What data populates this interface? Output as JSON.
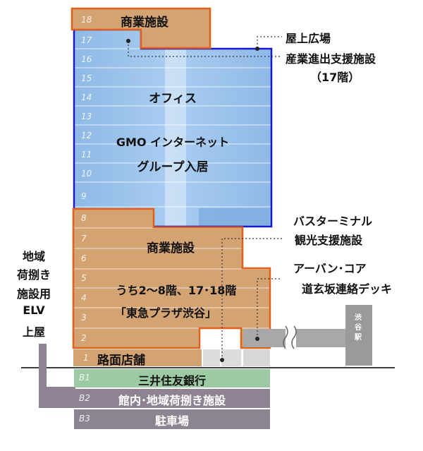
{
  "floors": {
    "labels": {
      "f18": "18",
      "f17": "17",
      "f16": "16",
      "f15": "15",
      "f14": "14",
      "f13": "13",
      "f12": "12",
      "f11": "11",
      "f10": "10",
      "f9": "9",
      "f8": "8",
      "f7": "7",
      "f6": "6",
      "f5": "5",
      "f4": "4",
      "f3": "3",
      "f2": "2",
      "f1": "1",
      "b1": "B1",
      "b2": "B2",
      "b3": "B3"
    }
  },
  "building": {
    "top_commercial": "商業施設",
    "office_line1": "オフィス",
    "office_line2": "GMO インターネット",
    "office_line3": "グループ入居",
    "commercial": "商業施設",
    "commercial_sub1": "うち2～8階、17･18階",
    "commercial_sub2": "「東急プラザ渋谷」",
    "street_shops": "路面店舗",
    "b1_label": "三井住友銀行",
    "b2_label": "館内･地域荷捌き施設",
    "b3_label": "駐車場"
  },
  "callouts": {
    "rooftop": "屋上広場",
    "industry_line1": "産業進出支援施設",
    "industry_line2": "（17階）",
    "bus_line1": "バスターミナル",
    "bus_line2": "観光支援施設",
    "urban_line1": "アーバン･コア",
    "urban_line2": "道玄坂連絡デッキ",
    "elv_line1": "地域",
    "elv_line2": "荷捌き",
    "elv_line3": "施設用",
    "elv_line4": "ELV",
    "elv_line5": "上屋",
    "station": "渋谷駅"
  },
  "colors": {
    "office_blue": "#9dc3ec",
    "office_border": "#1a1ac8",
    "commercial_tan": "#d4a372",
    "commercial_border": "#e0601c",
    "b1_green": "#9ccaa3",
    "b2_purple": "#8e8392",
    "b3_purple": "#8c8490",
    "station_gray": "#9a9a9a"
  }
}
